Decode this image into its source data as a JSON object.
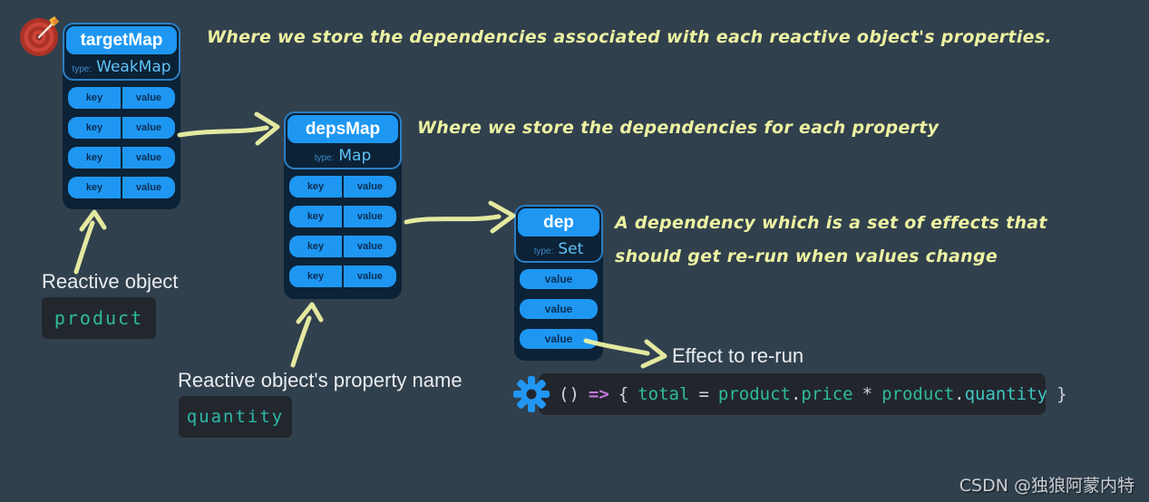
{
  "colors": {
    "background": "#31404d",
    "card_navy": "#0c2236",
    "accent_blue": "#1e97f3",
    "type_blue": "#5fc3f7",
    "note_yellow": "#edf2a2",
    "code_green": "#2fbc94",
    "code_teal": "#3fc5c1",
    "code_magenta": "#c678dd",
    "target_red": "#cb4437"
  },
  "icons": {
    "target": "target-dartboard-icon",
    "gear": "gear-icon"
  },
  "cards": {
    "targetMap": {
      "title": "targetMap",
      "type_label": "type:",
      "type_value": "WeakMap",
      "rows": [
        {
          "key": "key",
          "value": "value"
        },
        {
          "key": "key",
          "value": "value"
        },
        {
          "key": "key",
          "value": "value"
        },
        {
          "key": "key",
          "value": "value"
        }
      ]
    },
    "depsMap": {
      "title": "depsMap",
      "type_label": "type:",
      "type_value": "Map",
      "rows": [
        {
          "key": "key",
          "value": "value"
        },
        {
          "key": "key",
          "value": "value"
        },
        {
          "key": "key",
          "value": "value"
        },
        {
          "key": "key",
          "value": "value"
        }
      ]
    },
    "dep": {
      "title": "dep",
      "type_label": "type:",
      "type_value": "Set",
      "values": [
        "value",
        "value",
        "value"
      ]
    }
  },
  "annotations": {
    "targetMap_note": "Where we store the dependencies associated with each reactive object's properties.",
    "depsMap_note": "Where we store the dependencies for each property",
    "dep_note_line1": "A dependency which is a set of effects that",
    "dep_note_line2": "should get re-run when values change"
  },
  "labels": {
    "reactive_object": "Reactive object",
    "reactive_object_code": "product",
    "property_name": "Reactive object's property name",
    "property_name_code": "quantity",
    "effect": "Effect to re-run"
  },
  "code": {
    "full": "() => { total = product.price * product.quantity }",
    "t_parens": "()",
    "t_arrow": "=>",
    "t_open": "{",
    "t_total": "total",
    "t_eq": "=",
    "t_product1": "product",
    "t_dot1": ".",
    "t_price": "price",
    "t_star": "*",
    "t_product2": "product",
    "t_dot2": ".",
    "t_quantity": "quantity",
    "t_close": "}"
  },
  "watermark": "CSDN @独狼阿蒙内特"
}
